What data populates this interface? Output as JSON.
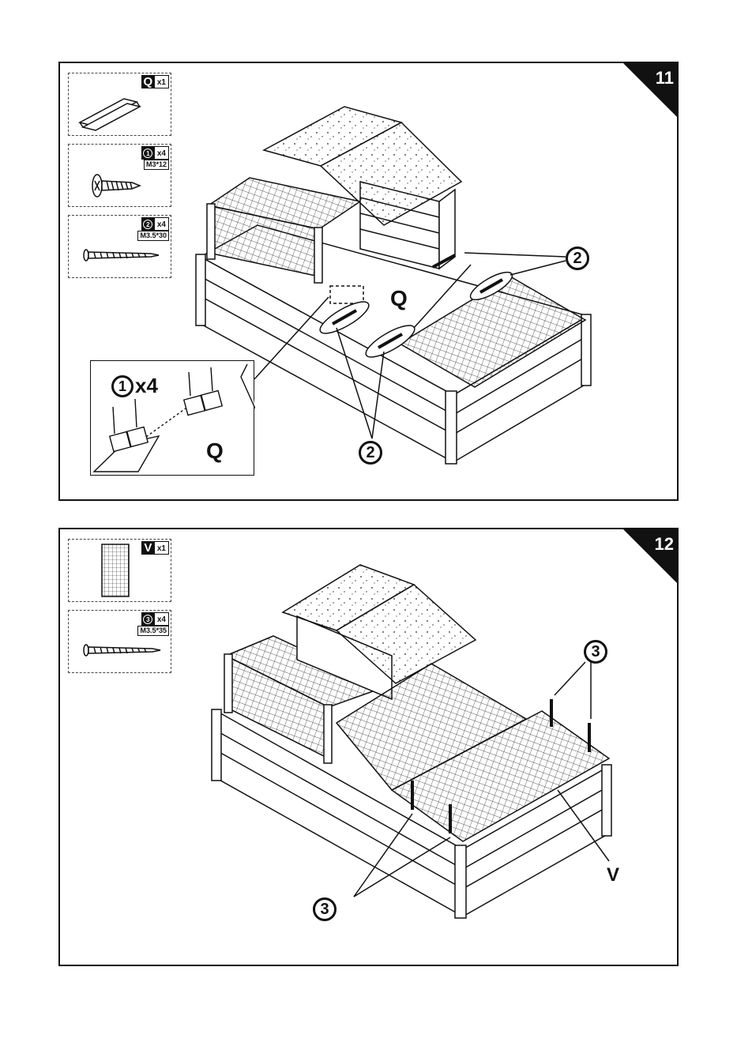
{
  "steps": [
    {
      "number": "11",
      "parts": [
        {
          "letter": "Q",
          "qty": "x1",
          "size": "",
          "icon": "rail-panel-icon"
        },
        {
          "circle": "1",
          "qty": "x4",
          "size": "M3*12",
          "icon": "wood-screw-icon"
        },
        {
          "circle": "2",
          "qty": "x4",
          "size": "M3.5*30",
          "icon": "long-screw-icon"
        }
      ],
      "inset_label": "x4",
      "inset_circle": "1",
      "inset_part": "Q",
      "callout_circle": "2",
      "part_label": "Q"
    },
    {
      "number": "12",
      "parts": [
        {
          "letter": "V",
          "qty": "x1",
          "size": "",
          "icon": "mesh-panel-icon"
        },
        {
          "circle": "3",
          "qty": "x4",
          "size": "M3.5*35",
          "icon": "long-screw-icon"
        }
      ],
      "callout_circle": "3",
      "part_label": "V"
    }
  ],
  "colors": {
    "ink": "#111111",
    "paper": "#ffffff"
  }
}
